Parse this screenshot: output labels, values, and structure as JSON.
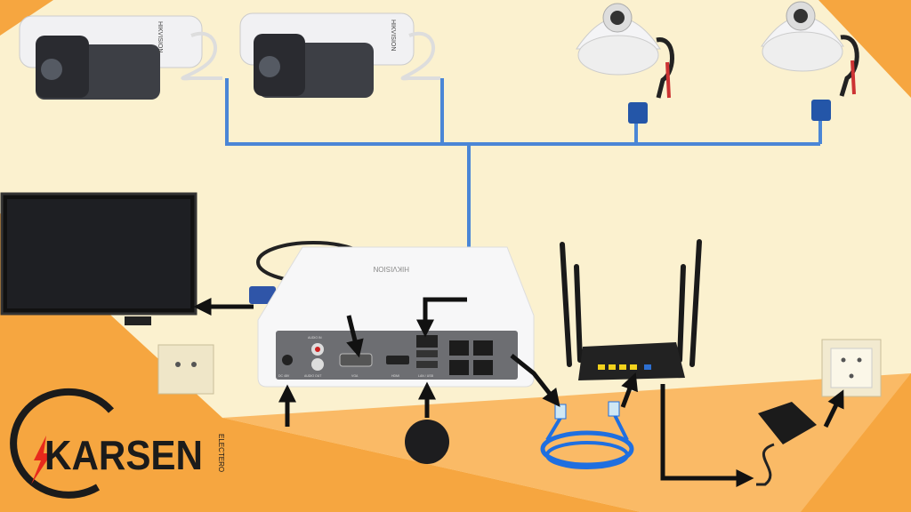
{
  "brand": {
    "name": "KARSEN",
    "sub": "ELECTERO"
  },
  "cameras": [
    {
      "type": "bullet",
      "label": "HIKVISION"
    },
    {
      "type": "bullet",
      "label": "HIKVISION"
    },
    {
      "type": "dome"
    },
    {
      "type": "dome"
    }
  ],
  "nvr": {
    "brand": "HIKVISION",
    "ports": {
      "audio_in": "AUDIO IN",
      "audio_out": "AUDIO OUT",
      "vga": "VGA",
      "hdmi": "HDMI",
      "lan_usb": "LAN / USB",
      "power": "DC 48V"
    }
  },
  "colors": {
    "background": "#fbf1cf",
    "accent_orange": "#f6a640",
    "poe_blue": "#4a86d6",
    "arrow": "#111111"
  }
}
